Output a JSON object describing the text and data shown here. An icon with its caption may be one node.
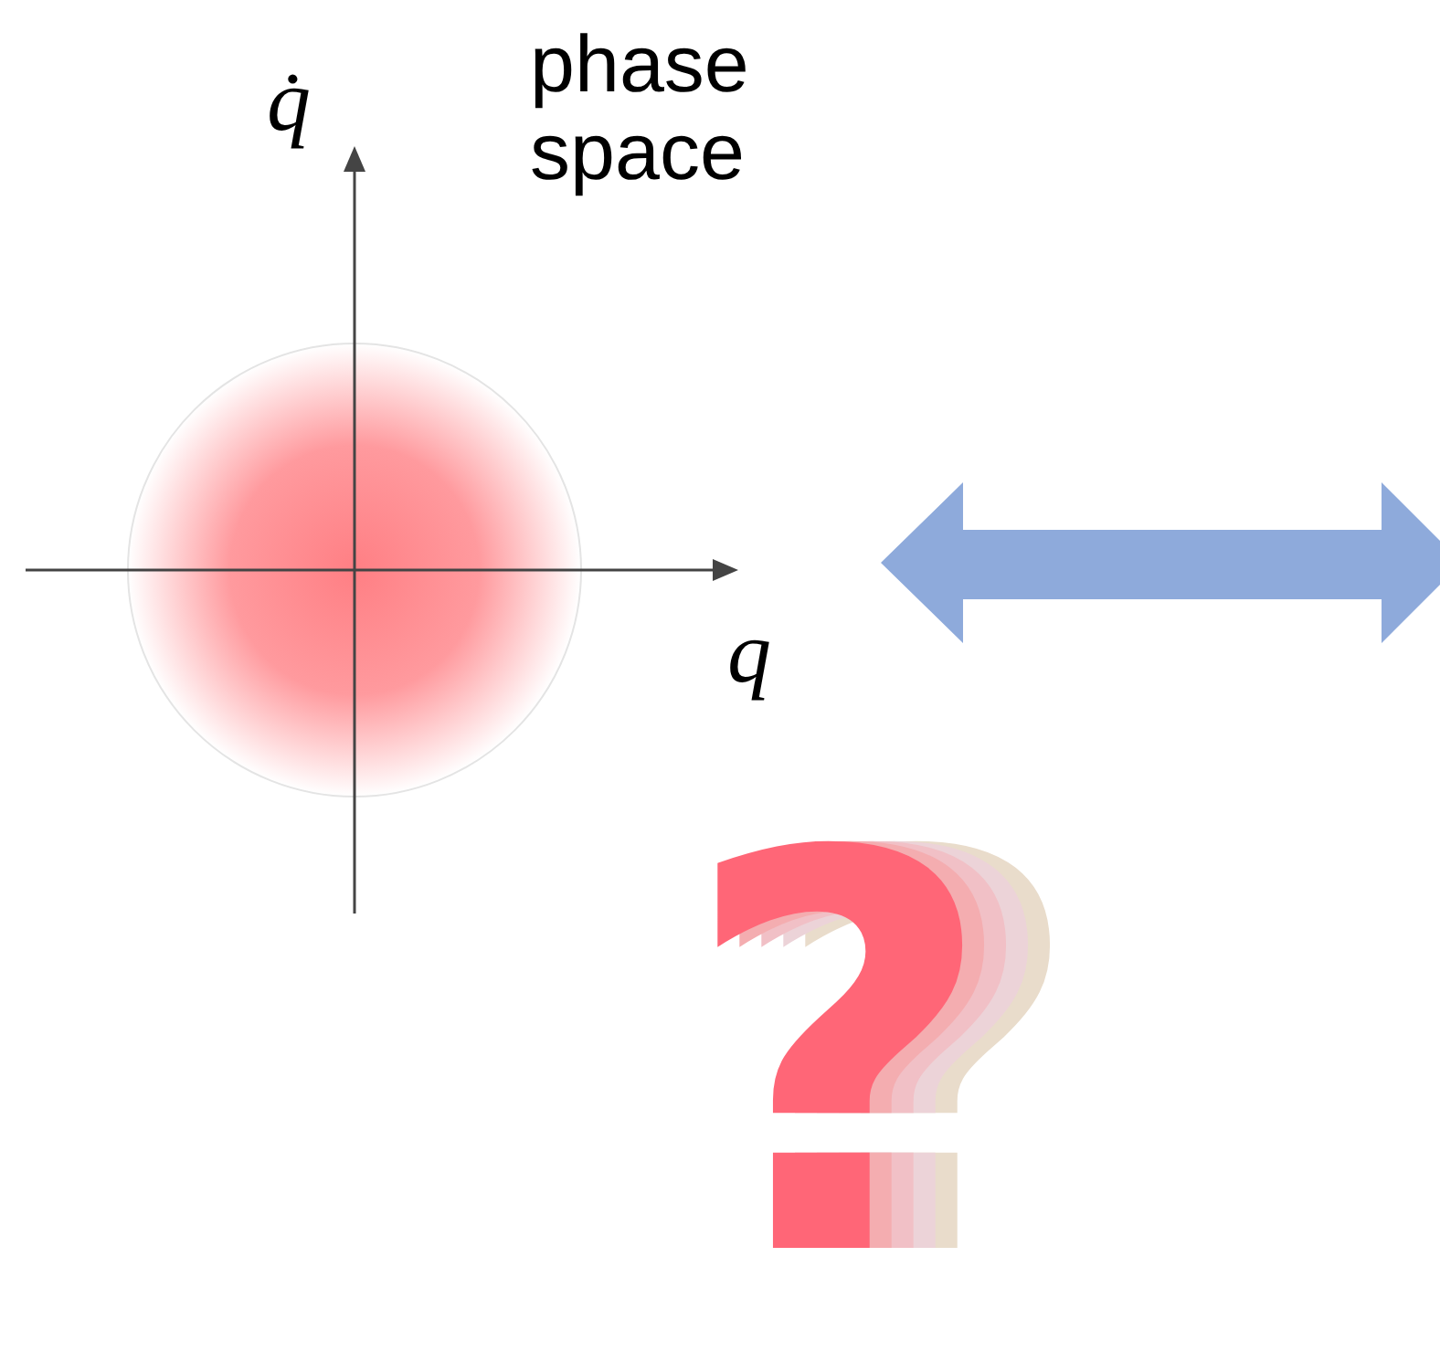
{
  "diagram": {
    "labels": [
      "q̇",
      "phase space",
      "q",
      "?"
    ]
  }
}
